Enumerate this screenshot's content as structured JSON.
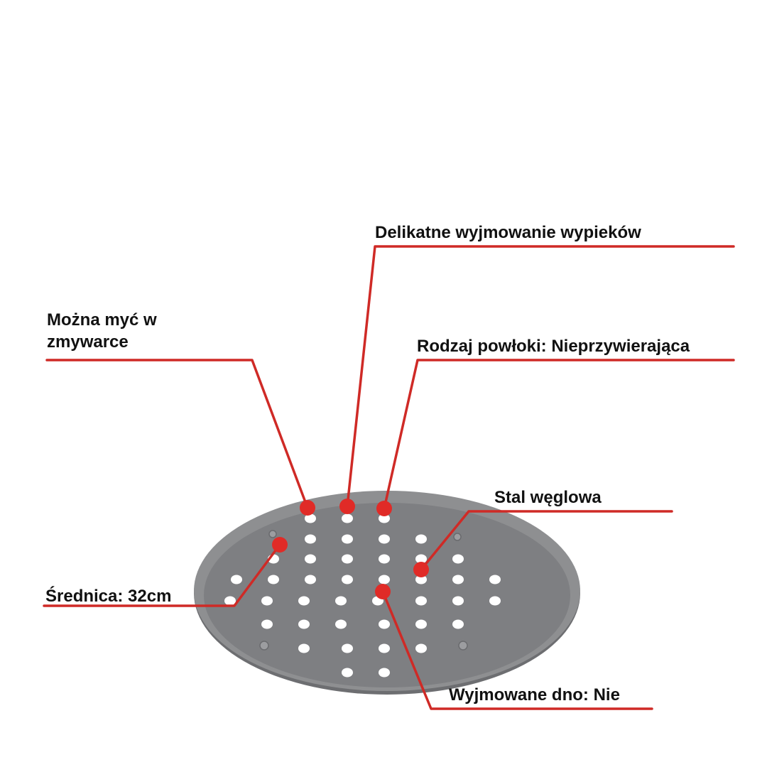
{
  "accent_color": "#e02b27",
  "line_color": "#cf2a26",
  "pan": {
    "outer_color": "#8e8f91",
    "inner_color": "#7e7f82",
    "hole_color": "#ffffff",
    "icon": "perforated-pizza-pan"
  },
  "callouts": [
    {
      "id": "removal",
      "text": "Delikatne wyjmowanie wypieków"
    },
    {
      "id": "dishwasher",
      "text": "Można myć w zmywarce"
    },
    {
      "id": "coating",
      "text": "Rodzaj powłoki: Nieprzywierająca"
    },
    {
      "id": "material",
      "text": "Stal węglowa"
    },
    {
      "id": "diameter",
      "text": "Średnica: 32cm"
    },
    {
      "id": "bottom",
      "text": "Wyjmowane dno: Nie"
    }
  ]
}
